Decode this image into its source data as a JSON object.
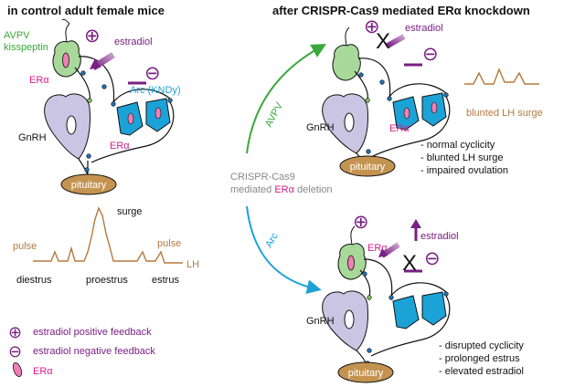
{
  "panels": {
    "left_title": "in control adult female mice",
    "right_title_prefix": "after CRISPR-Cas9 mediated ER",
    "right_title_alpha": "α",
    "right_title_suffix": " knockdown"
  },
  "labels": {
    "avpv_kisspeptin_line1": "AVPV",
    "avpv_kisspeptin_line2": "kisspeptin",
    "estradiol": "estradiol",
    "era_prefix": "ER",
    "alpha": "α",
    "arc_kndy": "Arc (KNDy)",
    "gnrh": "GnRH",
    "pituitary": "pituitary",
    "avpv_arrow": "AVPV",
    "arc_arrow": "Arc",
    "crispr_line1": "CRISPR-Cas9",
    "crispr_line2_prefix": "mediated ",
    "crispr_line2_suffix": " deletion",
    "blunted_lh_surge": "blunted LH surge"
  },
  "lh_trace": {
    "surge": "surge",
    "pulse_left": "pulse",
    "pulse_right": "pulse",
    "lh": "LH",
    "diestrus": "diestrus",
    "proestrus": "proestrus",
    "estrus": "estrus"
  },
  "outcomes_avpv": [
    "- normal cyclicity",
    "- blunted LH surge",
    "- impaired ovulation"
  ],
  "outcomes_arc": [
    "- disrupted cyclicity",
    "- prolonged estrus",
    "- elevated estradiol"
  ],
  "legend": {
    "positive": "estradiol positive feedback",
    "negative": "estradiol negative feedback",
    "era_prefix": "ER",
    "era_alpha": "α"
  },
  "symbols": {
    "plus": "⊕",
    "minus": "⊖",
    "cross": "X"
  },
  "colors": {
    "kisspeptin_green": "#3aa83a",
    "kndy_cyan": "#1ba3d8",
    "era_pink": "#d51e8a",
    "feedback_purple": "#7a1f83",
    "lh_brown": "#b57a3d",
    "gnrh_lavender": "#c9c5e2",
    "pituitary_tan": "#c49350"
  }
}
